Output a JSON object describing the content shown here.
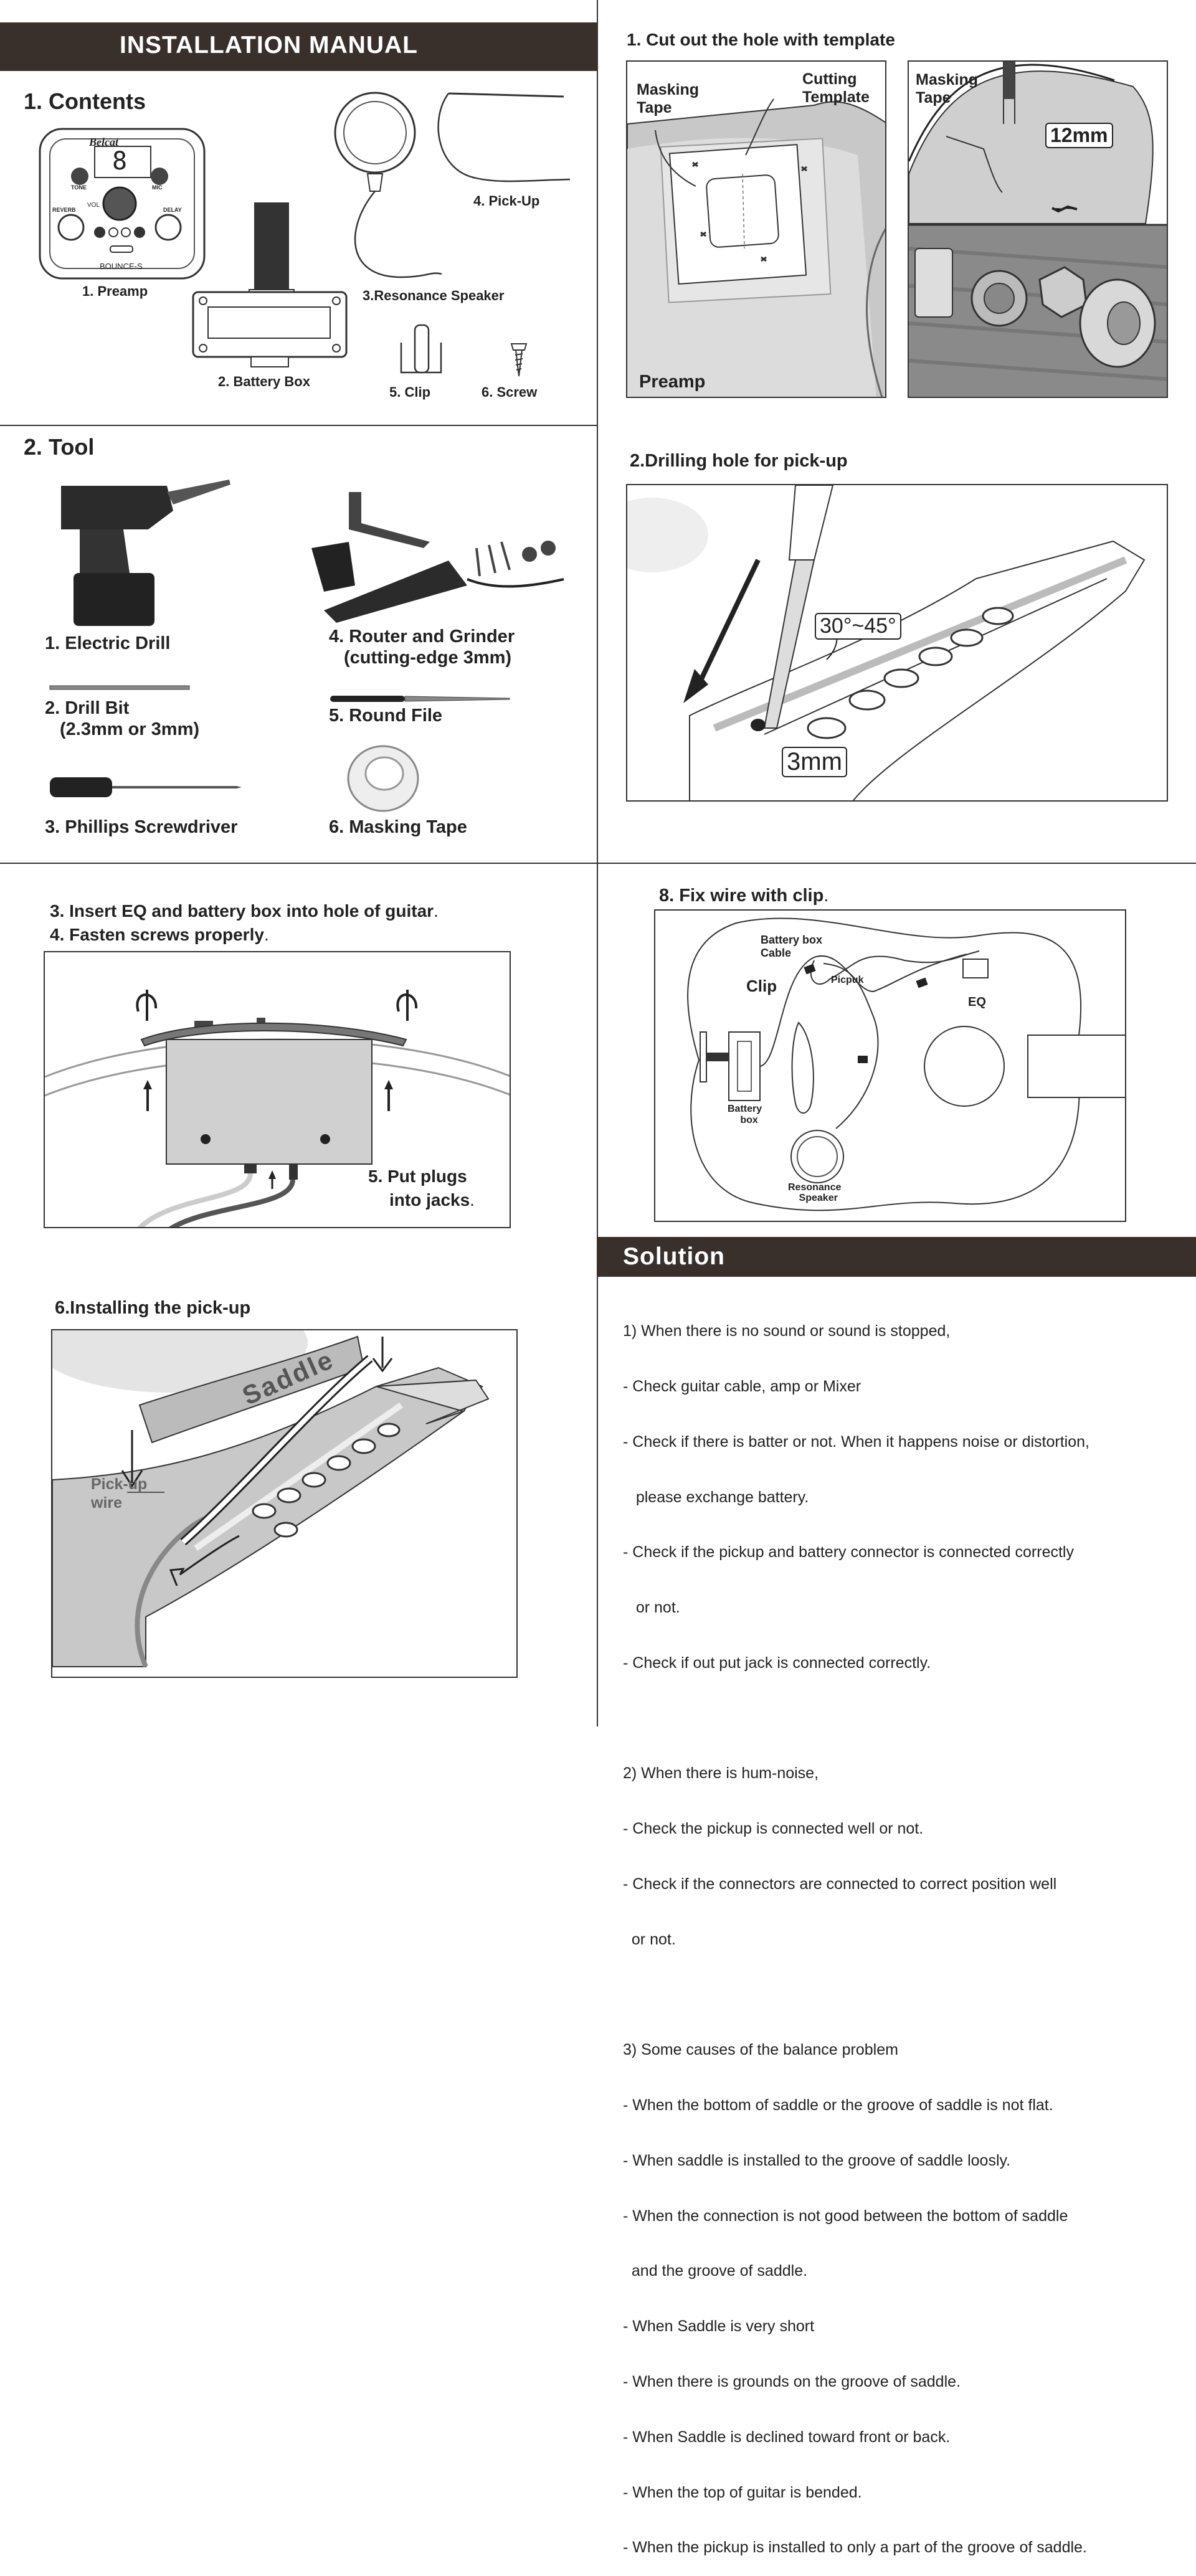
{
  "header": {
    "title": "INSTALLATION MANUAL"
  },
  "contents": {
    "heading": "1. Contents",
    "preamp": {
      "label": "1. Preamp",
      "brand": "Belcat",
      "model": "BOUNCE-S",
      "display": "8",
      "tone": "TONE",
      "mic": "MIC",
      "vol": "VOL",
      "reverb": "REVERB",
      "delay": "DELAY"
    },
    "battery_box": "2. Battery Box",
    "resonance_speaker": "3.Resonance Speaker",
    "pickup": "4. Pick-Up",
    "clip": "5. Clip",
    "screw": "6. Screw"
  },
  "tool": {
    "heading": "2. Tool",
    "electric_drill": "1. Electric Drill",
    "drill_bit_1": "2. Drill Bit",
    "drill_bit_2": "(2.3mm or 3mm)",
    "screwdriver": "3. Phillips Screwdriver",
    "router_1": "4. Router and Grinder",
    "router_2": "(cutting-edge 3mm)",
    "round_file": "5. Round File",
    "masking_tape": "6. Masking Tape"
  },
  "step1": {
    "heading": "1. Cut out the hole with template",
    "masking_tape": [
      "Masking",
      "Tape"
    ],
    "cutting_template": [
      "Cutting",
      "Template"
    ],
    "preamp": "Preamp",
    "masking_tape_2": [
      "Masking",
      "Tape"
    ],
    "size": "12mm"
  },
  "step2": {
    "heading": "2.Drilling hole for pick-up",
    "angle": "30°~45°",
    "size": "3mm"
  },
  "step3": {
    "line1": "3. Insert EQ and battery box into hole of guitar",
    "line2": "4. Fasten screws properly",
    "dot": ".",
    "plugs_1": "5. Put plugs",
    "plugs_2": "into jacks"
  },
  "step6": {
    "heading": "6.Installing the pick-up",
    "saddle": "Saddle",
    "wire": [
      "Pick-up",
      "wire"
    ]
  },
  "step8": {
    "heading": "8. Fix wire with clip",
    "dot": ".",
    "battery_cable": [
      "Battery box",
      "Cable"
    ],
    "clip": "Clip",
    "picpuk": "Picpuk",
    "eq": "EQ",
    "battery_box": [
      "Battery",
      "box"
    ],
    "resonance": [
      "Resonance",
      "Speaker"
    ]
  },
  "solution": {
    "title": "Solution",
    "lines": [
      "1) When there is no sound or sound is stopped,",
      "- Check guitar cable, amp or Mixer",
      "- Check if there is batter or not. When it happens noise or distortion,",
      "   please exchange battery.",
      "- Check if the pickup and battery connector is connected correctly",
      "   or not.",
      "- Check if out put jack is connected correctly.",
      "",
      "2) When there is hum-noise,",
      "- Check the pickup is connected well or not.",
      "- Check if the connectors are connected to correct position well",
      "  or not.",
      "",
      "3) Some causes of the balance problem",
      "- When the bottom of saddle or the groove of saddle is not flat.",
      "- When saddle is installed to the groove of saddle loosly.",
      "- When the connection is not good between the bottom of saddle",
      "  and the groove of saddle.",
      "- When Saddle is very short",
      "- When there is grounds on the groove of saddle.",
      "- When Saddle is declined toward front or back.",
      "- When the top of guitar is bended.",
      "- When the pickup is installed to only a part of the groove of saddle."
    ]
  },
  "colors": {
    "header_bg": "#3a302b",
    "ink": "#222222",
    "gray": "#cfcfcf"
  }
}
